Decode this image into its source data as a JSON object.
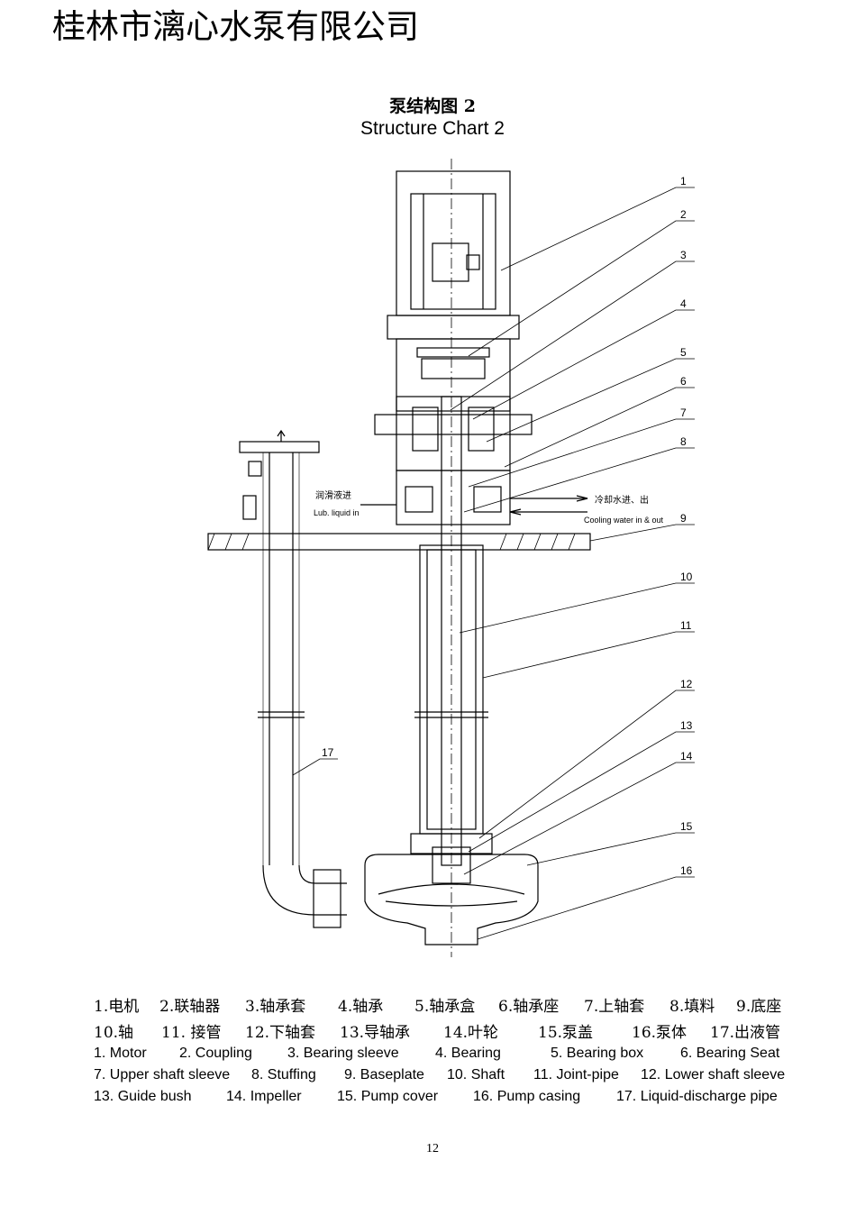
{
  "header": {
    "company": "桂林市漓心水泵有限公司"
  },
  "title": {
    "cn": "泵结构图 2",
    "en": "Structure Chart 2"
  },
  "drawing": {
    "callouts": [
      "1",
      "2",
      "3",
      "4",
      "5",
      "6",
      "7",
      "8",
      "9",
      "10",
      "11",
      "12",
      "13",
      "14",
      "15",
      "16",
      "17"
    ],
    "annotations": {
      "lub_cn": "润滑液进",
      "lub_en": "Lub. liquid in",
      "cool_cn": "冷却水进、出",
      "cool_en": "Cooling water in & out"
    }
  },
  "legend": {
    "cn_row1": [
      "1.电机",
      "2.联轴器",
      "3.轴承套",
      "4.轴承",
      "5.轴承盒",
      "6.轴承座",
      "7.上轴套",
      "8.填料",
      "9.底座"
    ],
    "cn_row2": [
      "10.轴",
      "11. 接管",
      "12.下轴套",
      "13.导轴承",
      "14.叶轮",
      "15.泵盖",
      "16.泵体",
      "17.出液管"
    ],
    "en_row1": [
      "1. Motor",
      "2. Coupling",
      "3. Bearing sleeve",
      "4. Bearing",
      "5. Bearing box",
      "6. Bearing Seat"
    ],
    "en_row2": [
      "7. Upper shaft sleeve",
      "8. Stuffing",
      "9. Baseplate",
      "10. Shaft",
      "11. Joint-pipe",
      "12. Lower shaft sleeve"
    ],
    "en_row3": [
      "13. Guide bush",
      "14. Impeller",
      "15. Pump cover",
      "16. Pump casing",
      "17. Liquid-discharge pipe"
    ]
  },
  "footer": {
    "page_number": "12"
  }
}
